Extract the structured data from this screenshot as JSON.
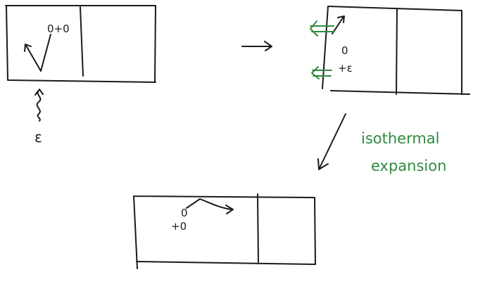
{
  "panel_left": {
    "particle_label": "0+0",
    "energy_symbol": "ε"
  },
  "panel_right": {
    "particle_label": "0",
    "energy_label": "+ε"
  },
  "panel_bottom": {
    "particle_label": "+0"
  },
  "caption": {
    "line1": "isothermal",
    "line2": "expansion"
  },
  "colors": {
    "ink": "#1a1a1a",
    "note": "#2e8b3e"
  }
}
